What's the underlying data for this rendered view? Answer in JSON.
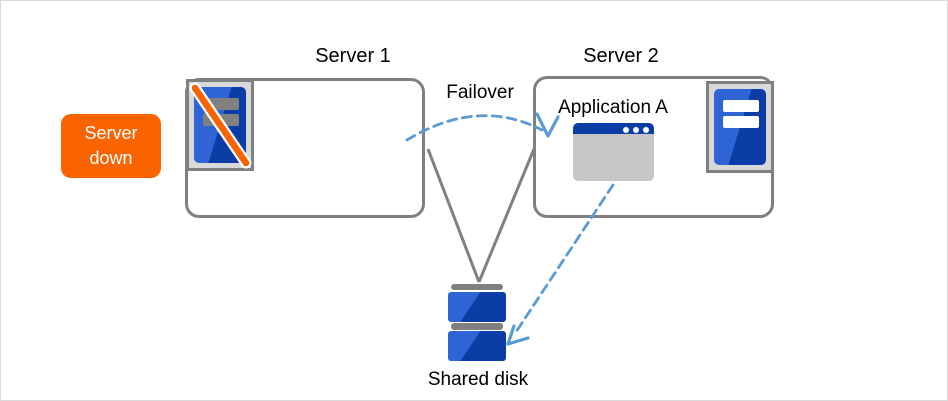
{
  "nodes": {
    "server1": {
      "label": "Server 1"
    },
    "server2": {
      "label": "Server 2"
    },
    "application": {
      "label": "Application A"
    },
    "shared_disk": {
      "label": "Shared disk"
    },
    "badge": {
      "line1": "Server",
      "line2": "down"
    }
  },
  "edges": {
    "failover": {
      "label": "Failover"
    }
  },
  "colors": {
    "tower_blue_light": "#2e64d3",
    "tower_blue_dark": "#0c3da6",
    "app_titlebar_blue": "#0b3da6",
    "app_body_gray": "#c6c6c6",
    "connector_gray": "#808080",
    "arrow_blue": "#5b9bd5",
    "badge_orange": "#fa6400",
    "slash_orange": "#fa6400",
    "icon_frame_gray": "#d9d9d9"
  }
}
